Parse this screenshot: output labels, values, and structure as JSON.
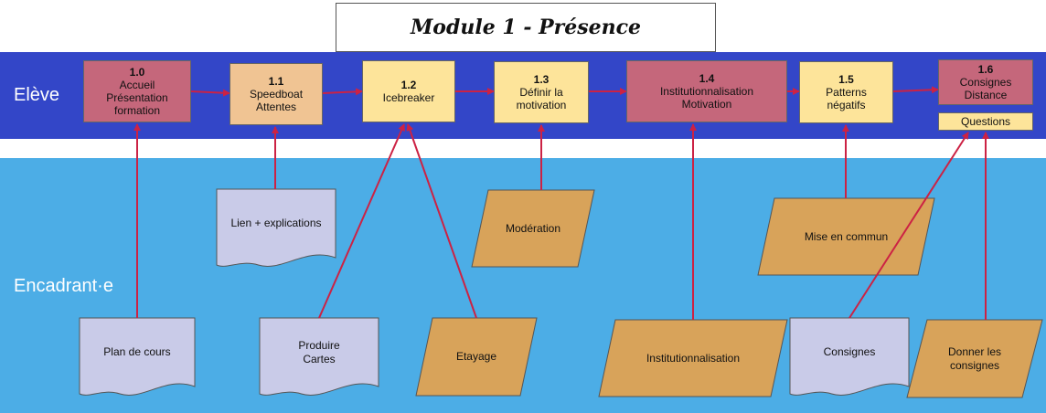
{
  "title": "Module 1 - Présence",
  "lanes": {
    "eleve": {
      "label": "Elève",
      "color": "#3346c8"
    },
    "encadrant": {
      "label": "Encadrant·e",
      "color": "#4cade6"
    }
  },
  "colors": {
    "rose": "#c5677b",
    "peach": "#f0c493",
    "yellow": "#fde49a",
    "lilac": "#c9cbe8",
    "ochre": "#d8a35a",
    "arrow": "#cc2244"
  },
  "steps": [
    {
      "id": "1.0",
      "lines": [
        "Accueil",
        "Présentation",
        "formation"
      ],
      "color": "rose"
    },
    {
      "id": "1.1",
      "lines": [
        "Speedboat",
        "Attentes"
      ],
      "color": "peach"
    },
    {
      "id": "1.2",
      "lines": [
        "Icebreaker"
      ],
      "color": "yellow"
    },
    {
      "id": "1.3",
      "lines": [
        "Définir la",
        "motivation"
      ],
      "color": "yellow"
    },
    {
      "id": "1.4",
      "lines": [
        "Institutionnalisation",
        "Motivation"
      ],
      "color": "rose"
    },
    {
      "id": "1.5",
      "lines": [
        "Patterns",
        "négatifs"
      ],
      "color": "yellow"
    },
    {
      "id": "1.6",
      "lines": [
        "Consignes",
        "Distance"
      ],
      "color": "rose"
    }
  ],
  "questions_label": "Questions",
  "documents": [
    {
      "name": "doc-lien",
      "lines": [
        "Lien + explications"
      ]
    },
    {
      "name": "doc-plan",
      "lines": [
        "Plan de cours"
      ]
    },
    {
      "name": "doc-cartes",
      "lines": [
        "Produire",
        "Cartes"
      ]
    },
    {
      "name": "doc-consignes",
      "lines": [
        "Consignes"
      ]
    }
  ],
  "actions": [
    {
      "name": "action-moderation",
      "lines": [
        "Modération"
      ]
    },
    {
      "name": "action-mise-en-commun",
      "lines": [
        "Mise en commun"
      ]
    },
    {
      "name": "action-etayage",
      "lines": [
        "Etayage"
      ]
    },
    {
      "name": "action-institutionnalisation",
      "lines": [
        "Institutionnalisation"
      ]
    },
    {
      "name": "action-donner-consignes",
      "lines": [
        "Donner les",
        "consignes"
      ]
    }
  ]
}
